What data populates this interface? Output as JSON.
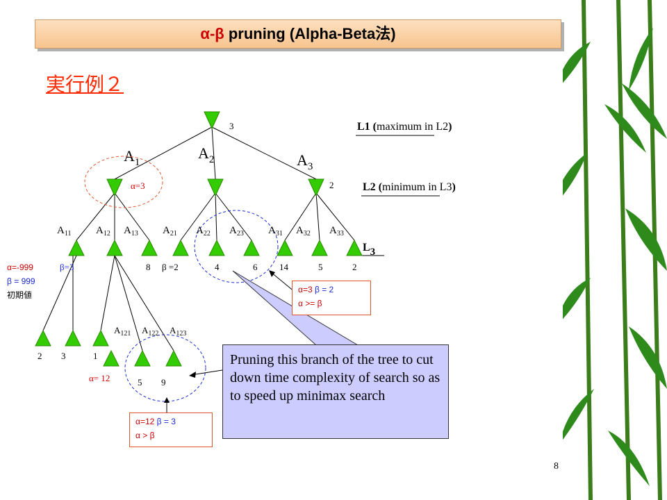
{
  "title": {
    "greek": "α-β",
    "text": " pruning (Alpha-Beta法)"
  },
  "subtitle": "実行例２",
  "page_number": "8",
  "root": {
    "value": "3"
  },
  "level_labels": {
    "l1": "L1 (maximum in L2)",
    "l2": "L2 (minimum in L3)",
    "l3": "L3"
  },
  "l1_children": [
    "A1",
    "A2",
    "A3"
  ],
  "a1_alpha": "α=3",
  "a3_value": "2",
  "l2_children": [
    "A11",
    "A12",
    "A13",
    "A21",
    "A22",
    "A23",
    "A31",
    "A32",
    "A33"
  ],
  "l2_values": {
    "a13": "8",
    "a21": "β =2",
    "a22": "4",
    "a23": "6",
    "a31": "14",
    "a32": "5",
    "a33": "2"
  },
  "a12_beta": "β=3",
  "init": {
    "alpha": "α=-999",
    "beta": "β = 999",
    "label": "初期値"
  },
  "l3_children": [
    "A121",
    "A122",
    "A123"
  ],
  "l3_values": {
    "c1": "2",
    "c2": "3",
    "c3": "1",
    "c4": "5",
    "c5": "9"
  },
  "a12x_alpha": "α= 12",
  "box1": {
    "line1_a": "α=3",
    "line1_b": "β = 2",
    "line2": "α >= β"
  },
  "box2": {
    "line1_a": "α=12",
    "line1_b": "β = 3",
    "line2": "α > β"
  },
  "callout": "Pruning this branch of the tree to cut down time complexity of search so as to speed up minimax search"
}
